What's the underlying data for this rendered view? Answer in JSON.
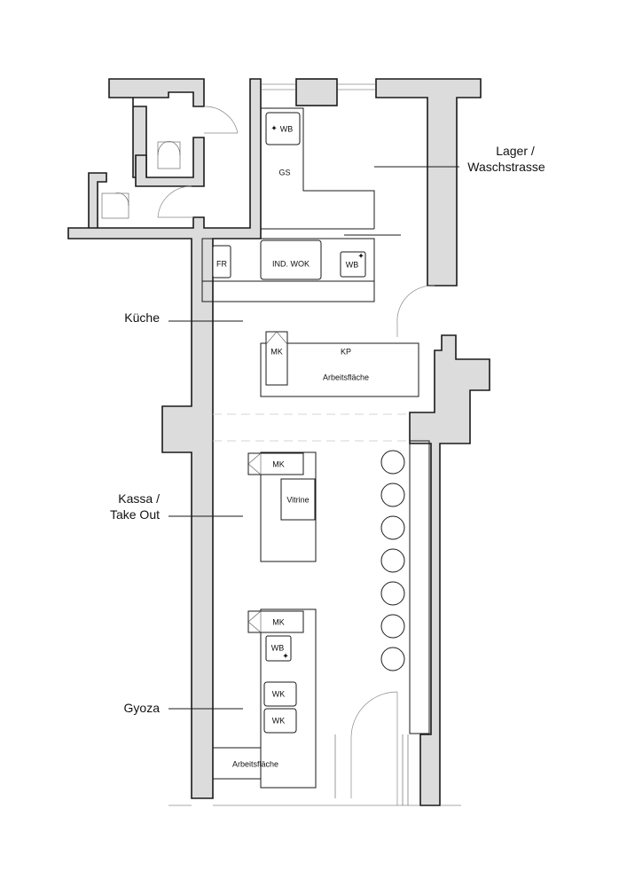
{
  "rooms": {
    "lager": [
      "Lager /",
      "Waschstrasse"
    ],
    "kueche": "Küche",
    "kassa": [
      "Kassa /",
      "Take Out"
    ],
    "gyoza": "Gyoza"
  },
  "fixtures": {
    "wb": "WB",
    "gs": "GS",
    "fr": "FR",
    "ind_wok": "IND. WOK",
    "mk": "MK",
    "kp": "KP",
    "arbeitsflaeche": "Arbeitsfläche",
    "vitrine": "Vitrine",
    "wk": "WK"
  },
  "icons": {
    "sink_marker": "✦"
  }
}
